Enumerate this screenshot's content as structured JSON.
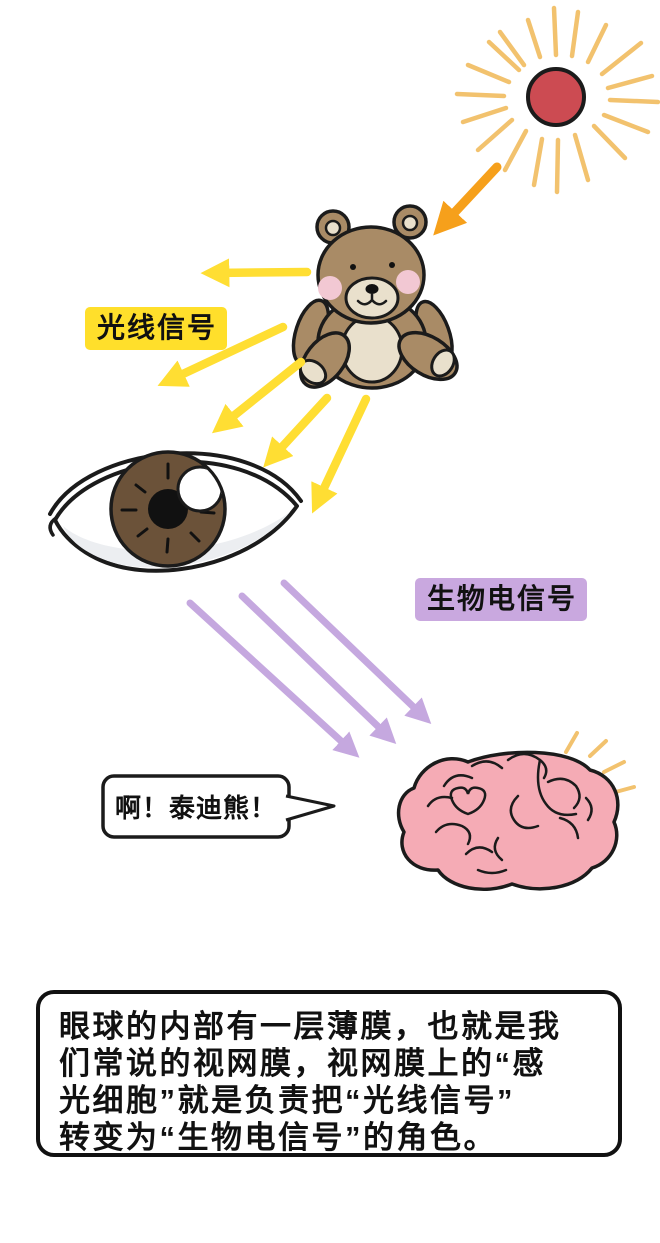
{
  "annotations": {
    "light_signal_label": "光线信号",
    "bio_signal_label": "生物电信号"
  },
  "speech_bubble": {
    "text": "啊！泰迪熊！"
  },
  "caption_box": {
    "lines": [
      "眼球的内部有一层薄膜，也就是我",
      "们常说的视网膜，视网膜上的“感",
      "光细胞”就是负责把“光线信号”",
      "转变为“生物电信号”的角色。"
    ]
  },
  "illustrations": [
    "sun-illustration",
    "sunlight-arrow",
    "teddy-bear-illustration",
    "light-signal-arrows",
    "eye-illustration",
    "bio-signal-arrows",
    "speech-bubble",
    "brain-illustration"
  ],
  "colors": {
    "sun_red": "#CC4B52",
    "ray_tan": "#F2C26E",
    "arrow_orange": "#F6A01B",
    "arrow_yellow": "#FFDE33",
    "label_yellow_bg": "#FFDF2B",
    "arrow_purple": "#C5A8DF",
    "label_purple_bg": "#C9A8DF",
    "bear_brown": "#A98B66",
    "bear_cream": "#E9E0CC",
    "cheek_pink": "#F2C8D3",
    "iris_brown": "#6B5239",
    "brain_pink": "#F5ABB5",
    "outline": "#1B1B1B"
  }
}
